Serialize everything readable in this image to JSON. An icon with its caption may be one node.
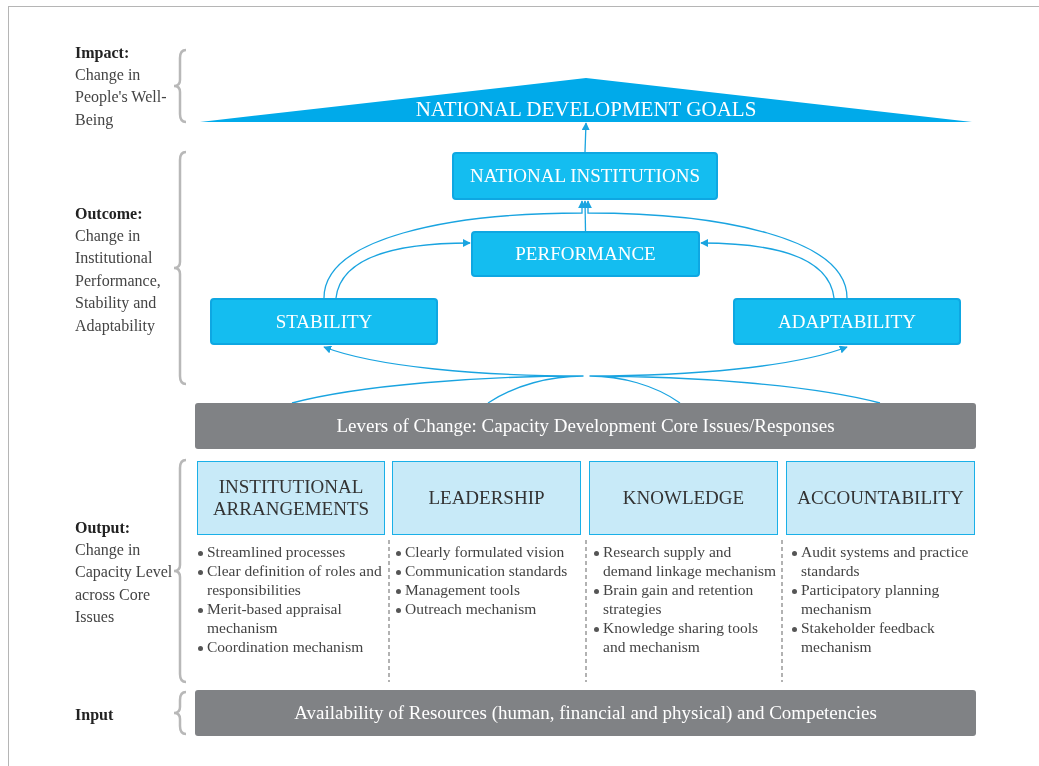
{
  "diagram": {
    "nodes": [
      {
        "text": [
          "NATIONAL DEVELOPMENT GOALS"
        ]
      },
      {
        "text": [
          "NATIONAL INSTITUTIONS"
        ]
      },
      {
        "text": [
          "PERFORMANCE"
        ]
      },
      {
        "text": [
          "STABILITY"
        ]
      },
      {
        "text": [
          "ADAPTABILITY"
        ]
      },
      {
        "text": [
          "Levers of Change: Capacity Development Core Issues/Responses"
        ]
      },
      {
        "text": [
          "INSTITUTIONAL ARRANGEMENTS"
        ],
        "beside": [
          "Streamlined processes",
          "Clear definition of roles and responsibilities",
          "Merit-based appraisal mechanism",
          "Coordination mechanism"
        ]
      },
      {
        "text": [
          "LEADERSHIP"
        ],
        "beside": [
          "Clearly formulated vision",
          "Communication standards",
          "Management tools",
          "Outreach mechanism"
        ]
      },
      {
        "text": [
          "KNOWLEDGE"
        ],
        "beside": [
          "Research supply and demand linkage mechanism",
          "Brain gain and retention strategies",
          "Knowledge sharing tools and mechanism"
        ]
      },
      {
        "text": [
          "ACCOUNTABILITY"
        ],
        "beside": [
          "Audit systems and practice standards",
          "Participatory planning mechanism",
          "Stakeholder feedback mechanism"
        ]
      },
      {
        "text": [
          "Availability of Resources (human, financial and physical) and Competencies"
        ]
      }
    ],
    "edges": [
      {
        "from": 1,
        "to": 0,
        "arrow": "to"
      },
      {
        "from": 2,
        "to": 1,
        "arrow": "to"
      },
      {
        "from": 3,
        "to": 1,
        "arrow": "to"
      },
      {
        "from": 3,
        "to": 2,
        "arrow": "to"
      },
      {
        "from": 4,
        "to": 1,
        "arrow": "to"
      },
      {
        "from": 4,
        "to": 2,
        "arrow": "to"
      },
      {
        "from": 5,
        "to": 3,
        "arrow": "to"
      },
      {
        "from": 5,
        "to": 4,
        "arrow": "to"
      }
    ],
    "labels": [
      "Impact:",
      "Change in People's Well-Being",
      "Outcome:",
      "Change in Institutional Performance, Stability and Adaptability",
      "Output:",
      "Change in Capacity Level across Core Issues",
      "Input"
    ]
  }
}
